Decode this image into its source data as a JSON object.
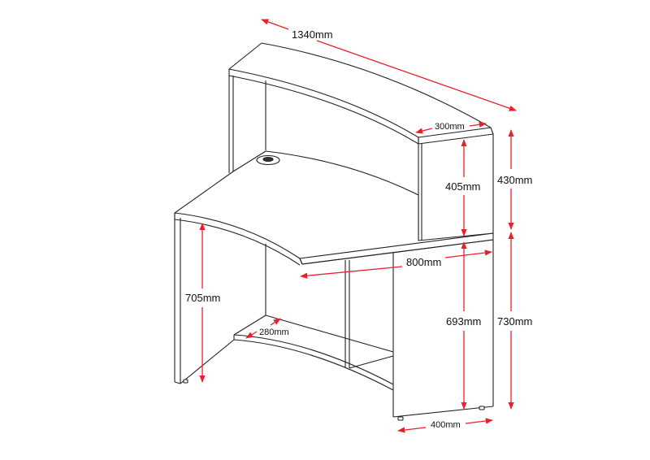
{
  "diagram": {
    "subject": "Curved reception desk with raised hutch",
    "line_color": "#222222",
    "dimension_color": "#e8202a",
    "dimensions": {
      "hutch_length": "1340mm",
      "hutch_depth": "300mm",
      "hutch_inner_height": "405mm",
      "hutch_height": "430mm",
      "desk_depth": "800mm",
      "leg_height_left": "705mm",
      "foot_shelf_depth": "280mm",
      "leg_height_right": "693mm",
      "desk_height": "730mm",
      "end_panel_width": "400mm"
    },
    "features": [
      "cable-grommet",
      "hutch-top",
      "desk-top",
      "left-end-panel",
      "right-end-panel",
      "modesty-panel",
      "foot-shelf",
      "leveling-feet"
    ]
  }
}
